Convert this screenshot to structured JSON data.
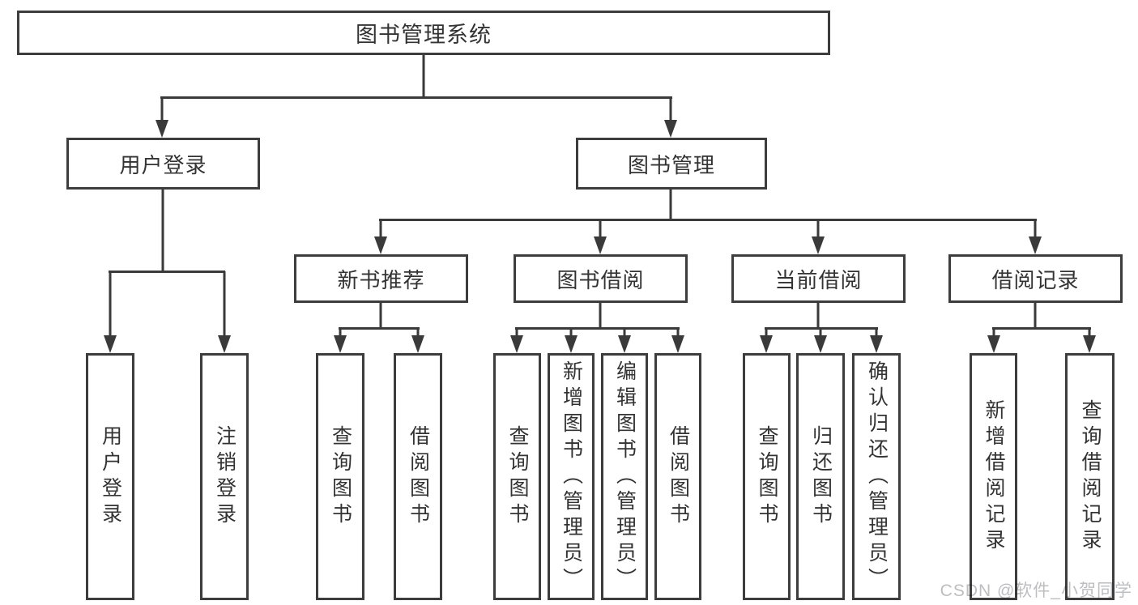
{
  "diagram_title": "图书管理系统",
  "nodes": {
    "root": "图书管理系统",
    "userLogin": "用户登录",
    "bookMgmt": "图书管理",
    "newBooks": "新书推荐",
    "bookBorrow": "图书借阅",
    "currentBorrow": "当前借阅",
    "borrowRecords": "借阅记录"
  },
  "leaves": {
    "userLogin": [
      "用户登录",
      "注销登录"
    ],
    "newBooks": [
      "查询图书",
      "借阅图书"
    ],
    "bookBorrow": [
      "查询图书",
      "新增图书（管理员）",
      "编辑图书（管理员）",
      "借阅图书"
    ],
    "currentBorrow": [
      "查询图书",
      "归还图书",
      "确认归还（管理员）"
    ],
    "borrowRecords": [
      "新增借阅记录",
      "查询借阅记录"
    ]
  },
  "watermark": "CSDN @软件_小贺同学",
  "colors": {
    "border": "#3d3d3d",
    "line": "#3a3a3a",
    "text": "#333333",
    "background": "#ffffff",
    "watermark": "#bdbec0"
  }
}
